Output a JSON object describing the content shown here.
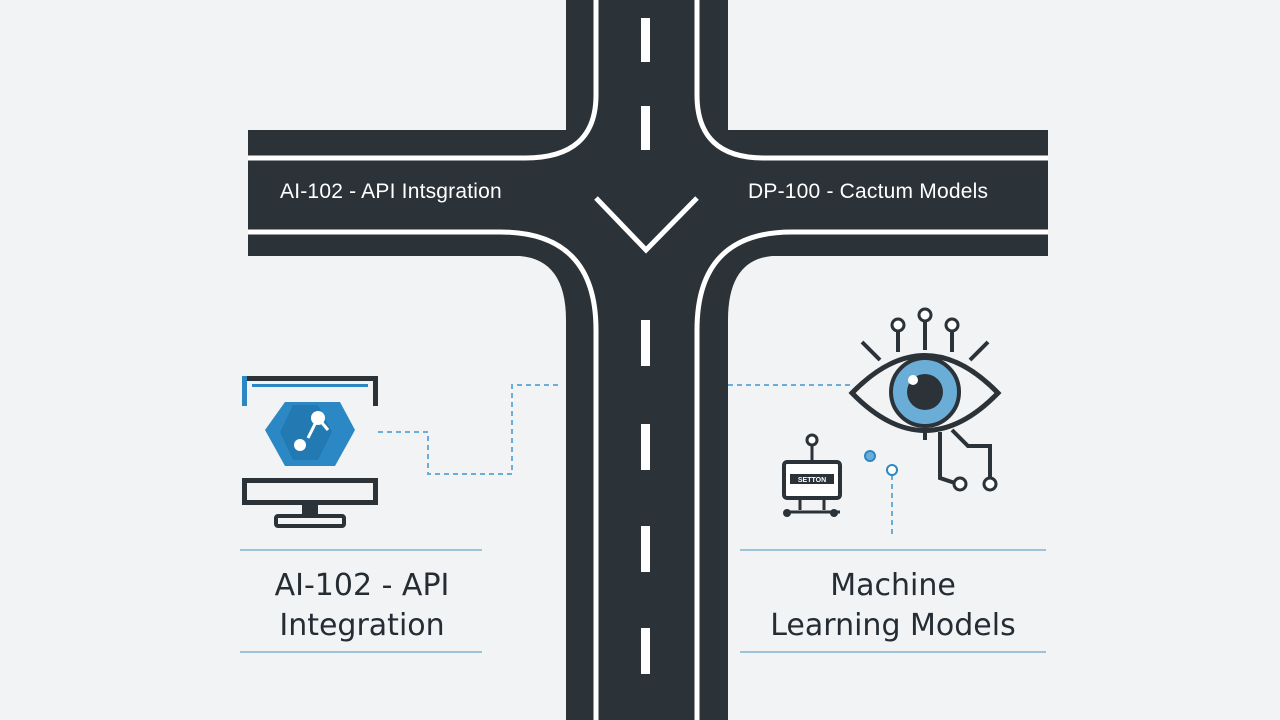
{
  "road": {
    "left_branch_label": "AI-102 - API Intsgration",
    "right_branch_label": "DP-100 - Cactum Models"
  },
  "left_panel": {
    "caption_line1": "AI-102 - API",
    "caption_line2": "Integration",
    "icon": "monitor-with-azure-hexagon-icon"
  },
  "right_panel": {
    "caption_line1": "Machine",
    "caption_line2": "Learning Models",
    "icon": "circuit-eye-icon",
    "device_icon": "robot-device-icon",
    "device_label": "SETTON"
  },
  "colors": {
    "background": "#f1f3f4",
    "road": "#2b3238",
    "road_edge": "#ffffff",
    "accent": "#2b88c4",
    "accent_light": "#6aaed8",
    "rule": "#9cc3d8",
    "text": "#252c33"
  }
}
